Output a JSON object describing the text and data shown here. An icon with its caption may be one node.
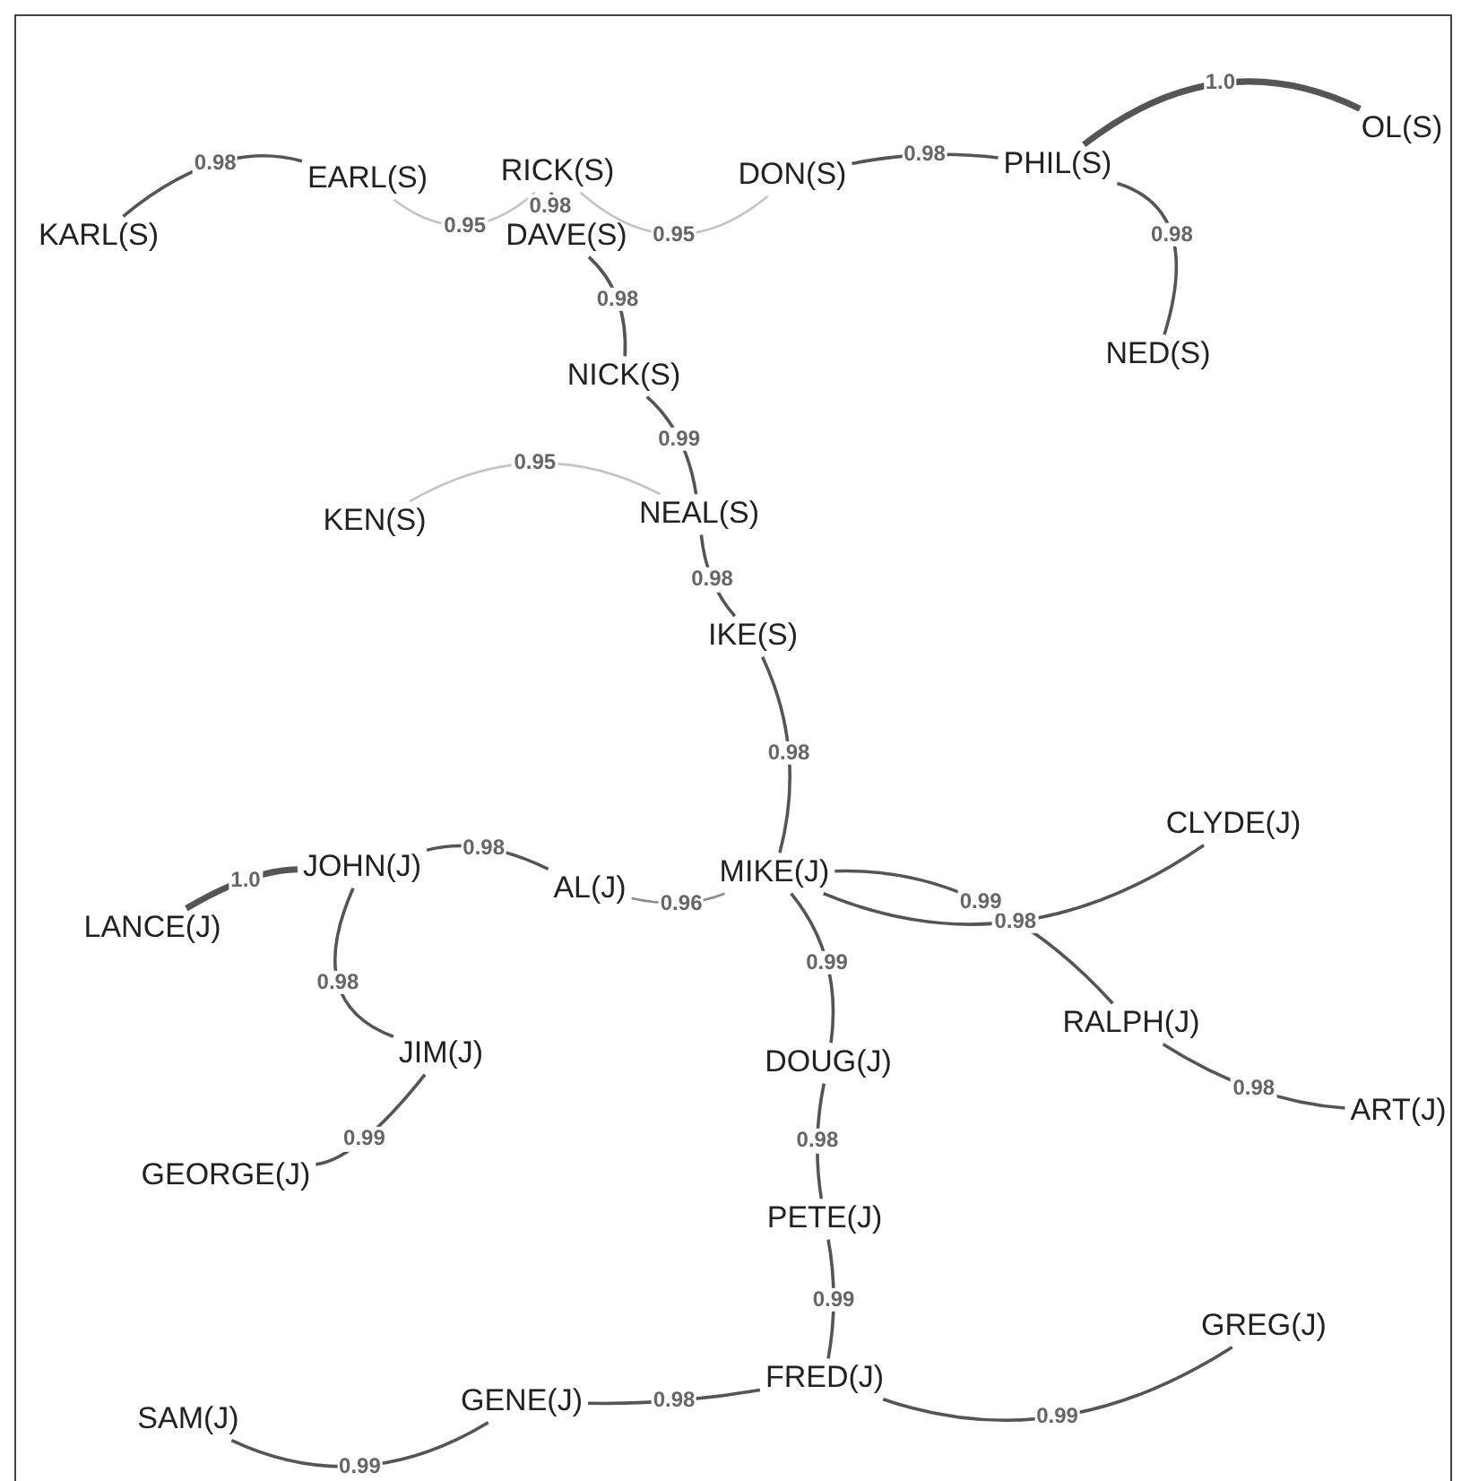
{
  "diagram": {
    "nodes": [
      {
        "text": [
          "EARL(S)"
        ]
      },
      {
        "text": [
          "RICK(S)"
        ]
      },
      {
        "text": [
          "DON(S)"
        ]
      },
      {
        "text": [
          "PHIL(S)"
        ]
      },
      {
        "text": [
          "OL(S)"
        ]
      },
      {
        "text": [
          "KARL(S)"
        ]
      },
      {
        "text": [
          "DAVE(S)"
        ]
      },
      {
        "text": [
          "NED(S)"
        ]
      },
      {
        "text": [
          "NICK(S)"
        ]
      },
      {
        "text": [
          "KEN(S)"
        ]
      },
      {
        "text": [
          "NEAL(S)"
        ]
      },
      {
        "text": [
          "IKE(S)"
        ]
      },
      {
        "text": [
          "MIKE(J)"
        ]
      },
      {
        "text": [
          "CLYDE(J)"
        ]
      },
      {
        "text": [
          "JOHN(J)"
        ]
      },
      {
        "text": [
          "AL(J)"
        ]
      },
      {
        "text": [
          "LANCE(J)"
        ]
      },
      {
        "text": [
          "RALPH(J)"
        ]
      },
      {
        "text": [
          "JIM(J)"
        ]
      },
      {
        "text": [
          "DOUG(J)"
        ]
      },
      {
        "text": [
          "ART(J)"
        ]
      },
      {
        "text": [
          "GEORGE(J)"
        ]
      },
      {
        "text": [
          "PETE(J)"
        ]
      },
      {
        "text": [
          "GREG(J)"
        ]
      },
      {
        "text": [
          "FRED(J)"
        ]
      },
      {
        "text": [
          "GENE(J)"
        ]
      },
      {
        "text": [
          "SAM(J)"
        ]
      }
    ],
    "edges": [
      {
        "from": 5,
        "to": 0,
        "arrow": "none",
        "label": "0.98"
      },
      {
        "from": 0,
        "to": 1,
        "arrow": "none",
        "label": "0.95",
        "color": "#c4c4c4"
      },
      {
        "from": 1,
        "to": 2,
        "arrow": "none",
        "label": "0.95",
        "color": "#c4c4c4"
      },
      {
        "from": 2,
        "to": 3,
        "arrow": "none",
        "label": "0.98"
      },
      {
        "from": 3,
        "to": 4,
        "arrow": "none",
        "label": "1.0",
        "style": "thick"
      },
      {
        "from": 3,
        "to": 7,
        "arrow": "none",
        "label": "0.98"
      },
      {
        "from": 1,
        "to": 6,
        "arrow": "none",
        "label": "0.98"
      },
      {
        "from": 6,
        "to": 8,
        "arrow": "none",
        "label": "0.98"
      },
      {
        "from": 8,
        "to": 10,
        "arrow": "none",
        "label": "0.99"
      },
      {
        "from": 9,
        "to": 10,
        "arrow": "none",
        "label": "0.95",
        "color": "#c4c4c4"
      },
      {
        "from": 10,
        "to": 11,
        "arrow": "none",
        "label": "0.98"
      },
      {
        "from": 11,
        "to": 12,
        "arrow": "none",
        "label": "0.98"
      },
      {
        "from": 12,
        "to": 13,
        "arrow": "none",
        "label": "0.98"
      },
      {
        "from": 12,
        "to": 15,
        "arrow": "none",
        "label": "0.96",
        "color": "#8c8c8c"
      },
      {
        "from": 15,
        "to": 14,
        "arrow": "none",
        "label": "0.98"
      },
      {
        "from": 14,
        "to": 16,
        "arrow": "none",
        "label": "1.0",
        "style": "thick"
      },
      {
        "from": 14,
        "to": 18,
        "arrow": "none",
        "label": "0.98"
      },
      {
        "from": 18,
        "to": 21,
        "arrow": "none",
        "label": "0.99"
      },
      {
        "from": 12,
        "to": 17,
        "arrow": "none",
        "label": "0.99"
      },
      {
        "from": 17,
        "to": 20,
        "arrow": "none",
        "label": "0.98"
      },
      {
        "from": 12,
        "to": 19,
        "arrow": "none",
        "label": "0.99"
      },
      {
        "from": 19,
        "to": 22,
        "arrow": "none",
        "label": "0.98"
      },
      {
        "from": 22,
        "to": 24,
        "arrow": "none",
        "label": "0.99"
      },
      {
        "from": 24,
        "to": 23,
        "arrow": "none",
        "label": "0.99"
      },
      {
        "from": 24,
        "to": 25,
        "arrow": "none",
        "label": "0.98"
      },
      {
        "from": 25,
        "to": 26,
        "arrow": "none",
        "label": "0.99"
      }
    ]
  }
}
